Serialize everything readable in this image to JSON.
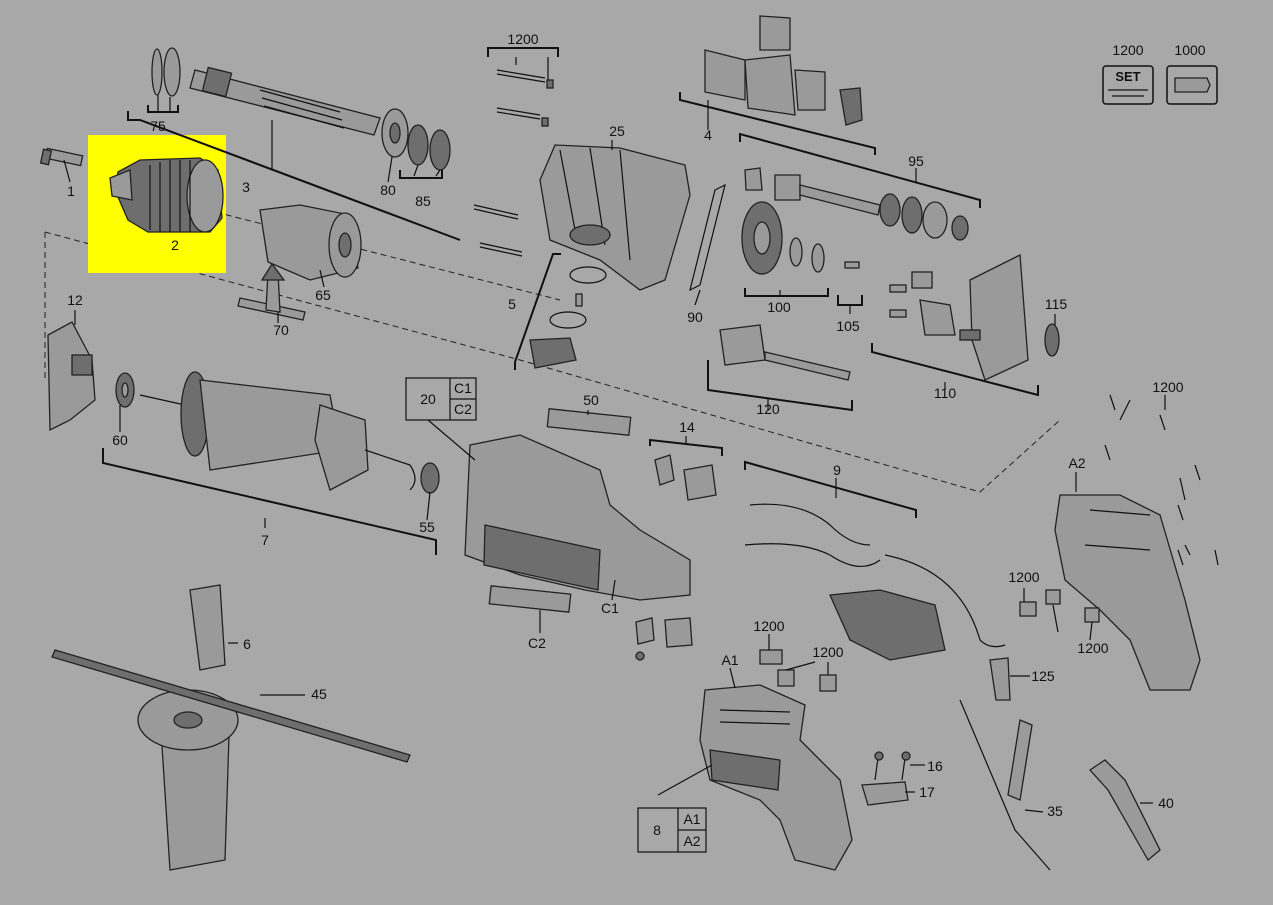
{
  "highlight_color": "#ffff00",
  "background_color": "#a8a8a8",
  "legend": {
    "set_label": "SET",
    "set_number": "1200",
    "tube_number": "1000"
  },
  "callouts": {
    "n1": "1",
    "n2": "2",
    "n3": "3",
    "n4": "4",
    "n5": "5",
    "n6": "6",
    "n7": "7",
    "n8": "8",
    "n9": "9",
    "n12": "12",
    "n14": "14",
    "n16": "16",
    "n17": "17",
    "n20": "20",
    "n25": "25",
    "n35": "35",
    "n40": "40",
    "n45": "45",
    "n50": "50",
    "n55": "55",
    "n60": "60",
    "n65": "65",
    "n70": "70",
    "n75": "75",
    "n80": "80",
    "n85": "85",
    "n90": "90",
    "n95": "95",
    "n100": "100",
    "n105": "105",
    "n110": "110",
    "n115": "115",
    "n120": "120",
    "n125": "125",
    "n1200a": "1200",
    "n1200b": "1200",
    "n1200c": "1200",
    "n1200d": "1200",
    "n1200e": "1200",
    "n1200f": "1200",
    "c1a": "C1",
    "c1b": "C1",
    "c2a": "C2",
    "c2b": "C2",
    "a1a": "A1",
    "a1b": "A1",
    "a2a": "A2",
    "a2b": "A2"
  }
}
